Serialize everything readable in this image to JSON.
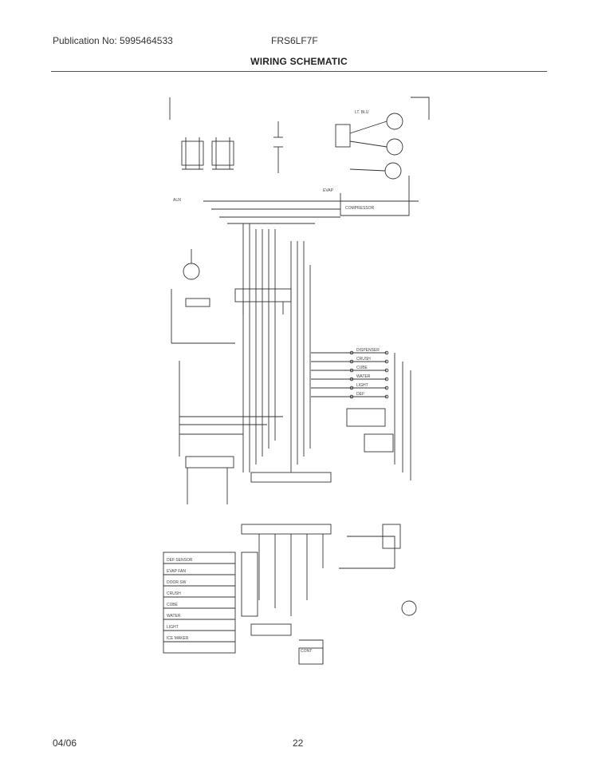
{
  "header": {
    "publication": "Publication No: 5995464533",
    "model": "FRS6LF7F",
    "title": "WIRING SCHEMATIC"
  },
  "diagram": {
    "labels": {
      "lt_blu": "LT. BLU",
      "evap": "EVAP",
      "compressor": "COMPRESSOR",
      "aux": "AUX",
      "cont": "CONT"
    },
    "terminals": [
      "DISPENSER",
      "CRUSH",
      "CUBE",
      "WATER",
      "LIGHT",
      "DEF"
    ],
    "table_rows": [
      "DEF SENSOR",
      "EVAP FAN",
      "DOOR SW",
      "CRUSH",
      "CUBE",
      "WATER",
      "LIGHT",
      "ICE MAKER"
    ]
  },
  "footer": {
    "date": "04/06",
    "page": "22"
  }
}
